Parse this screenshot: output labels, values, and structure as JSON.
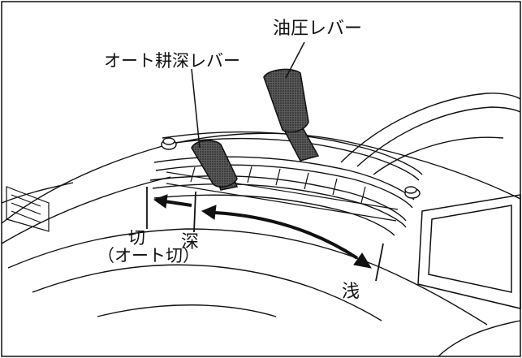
{
  "labels": {
    "hydraulic_lever": "油圧レバー",
    "auto_depth_lever": "オート耕深レバー",
    "off": "切",
    "auto_off": "（オート切）",
    "deep": "深",
    "shallow": "浅"
  },
  "colors": {
    "line": "#111111",
    "lever_fill": "#3a3a3a",
    "background": "#ffffff"
  }
}
